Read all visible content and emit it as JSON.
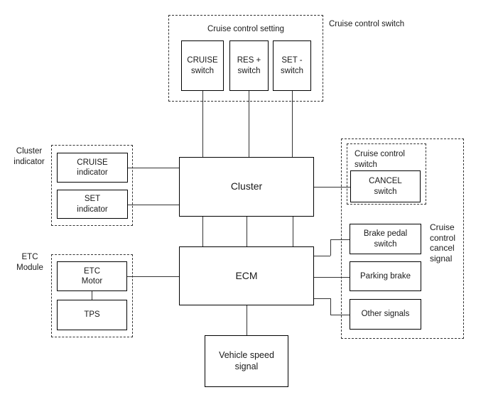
{
  "diagram": {
    "cruise_setting_group": {
      "label": "Cruise control setting",
      "switches": {
        "cruise": "CRUISE\nswitch",
        "res": "RES +\nswitch",
        "set": "SET -\nswitch"
      }
    },
    "cruise_control_switch_outside_label": "Cruise control switch",
    "cluster_indicator_group": {
      "label": "Cluster\nindicator",
      "cruise_indicator": "CRUISE\nindicator",
      "set_indicator": "SET\nindicator"
    },
    "cluster_node": "Cluster",
    "cancel_switch_group": {
      "label": "Cruise control\nswitch",
      "cancel_switch": "CANCEL\nswitch"
    },
    "cancel_signal_group": {
      "label": "Cruise\ncontrol\ncancel\nsignal",
      "brake_pedal_switch": "Brake pedal\nswitch",
      "parking_brake": "Parking brake",
      "other_signals": "Other signals"
    },
    "etc_module_group": {
      "label": "ETC\nModule",
      "etc_motor": "ETC\nMotor",
      "tps": "TPS"
    },
    "ecm_node": "ECM",
    "vehicle_speed_node": "Vehicle speed\nsignal"
  },
  "colors": {
    "background": "#ffffff",
    "box_border": "#000000",
    "connector": "#333333",
    "text": "#1a1a1a"
  }
}
